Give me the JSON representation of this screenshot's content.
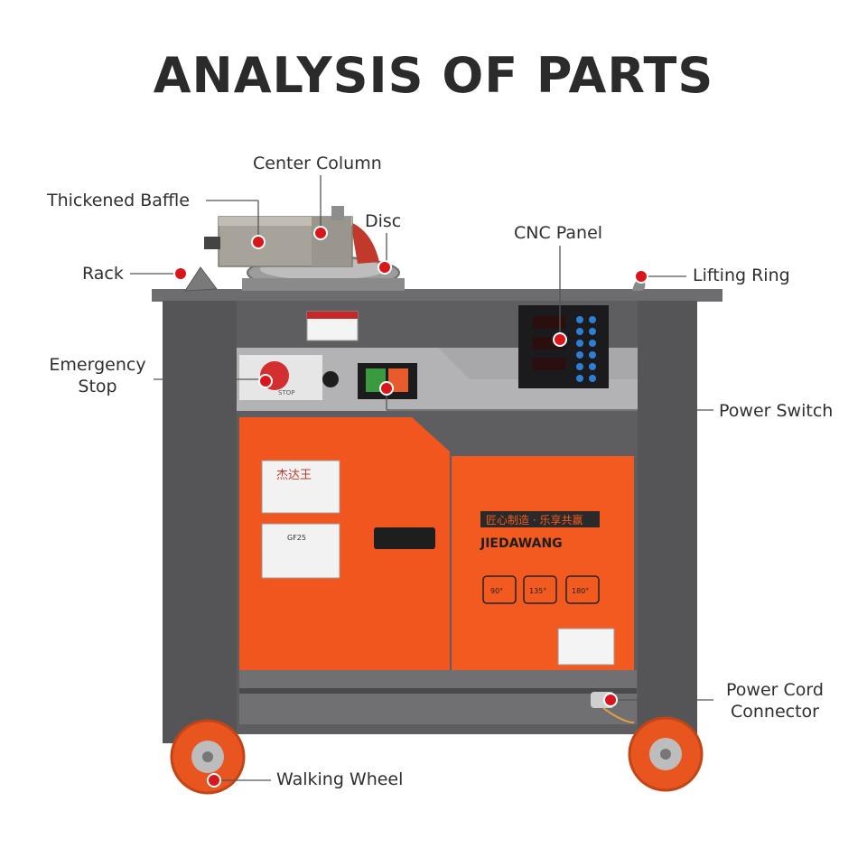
{
  "title": "ANALYSIS OF PARTS",
  "labels": {
    "center_column": "Center Column",
    "thickened_baffle": "Thickened Baffle",
    "disc": "Disc",
    "cnc_panel": "CNC Panel",
    "rack": "Rack",
    "lifting_ring": "Lifting Ring",
    "emergency_stop_line1": "Emergency",
    "emergency_stop_line2": "Stop",
    "power_switch": "Power Switch",
    "power_cord_line1": "Power Cord",
    "power_cord_line2": "Connector",
    "walking_wheel": "Walking Wheel"
  },
  "machine_text": {
    "brand": "JIEDAWANG",
    "slogan": "匠心制造 · 乐享共赢",
    "angle_90": "90°",
    "angle_135": "135°",
    "angle_180": "180°",
    "stop": "STOP",
    "logo_text": "杰达王",
    "model": "GF25"
  },
  "colors": {
    "marker": "#d9161c",
    "frame": "#5a5a5c",
    "orange": "#f0561e",
    "leader": "#555555"
  }
}
